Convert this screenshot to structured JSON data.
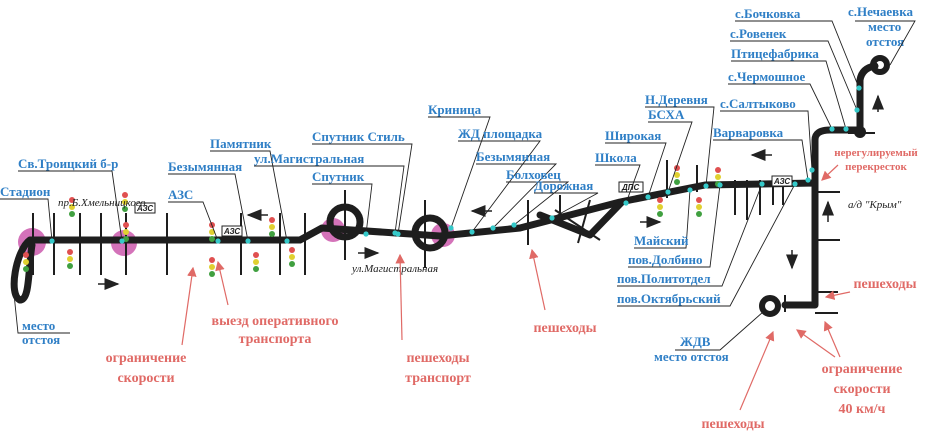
{
  "stops": [
    {
      "label": "Стадион"
    },
    {
      "label": "Св.Троицкий б-р"
    },
    {
      "label": "АЗС"
    },
    {
      "label": "Безымянная"
    },
    {
      "label": "Памятник"
    },
    {
      "label": "ул.Магистральная"
    },
    {
      "label": "Спутник Стиль"
    },
    {
      "label": "Спутник"
    },
    {
      "label": "Криница"
    },
    {
      "label": "ЖД площадка"
    },
    {
      "label": "Безымянная"
    },
    {
      "label": "Болховец"
    },
    {
      "label": "Дорожная"
    },
    {
      "label": "Школа"
    },
    {
      "label": "Широкая"
    },
    {
      "label": "БСХА"
    },
    {
      "label": "Н.Деревня"
    },
    {
      "label": "Варваровка"
    },
    {
      "label": "с.Салтыково"
    },
    {
      "label": "с.Чермошное"
    },
    {
      "label": "Птицефабрика"
    },
    {
      "label": "с.Ровенек"
    },
    {
      "label": "с.Бочковка"
    },
    {
      "label": "Майский"
    },
    {
      "label": "пов.Долбино"
    },
    {
      "label": "пов.Политотдел"
    },
    {
      "label": "пов.Октябрьский"
    }
  ],
  "terminals": {
    "nechaevka": [
      "с.Нечаевка",
      "место",
      "отстоя"
    ],
    "left": [
      "место",
      "отстоя"
    ],
    "zhdv": [
      "ЖДВ",
      "место отстоя"
    ]
  },
  "streets": {
    "khmelnitsky": "пр.Б.Хмельницкого",
    "magistralnaya": "ул.Магистральная",
    "krym": "а/д \"Крым\""
  },
  "badges": {
    "azs": "АЗС",
    "dps": "ДПС"
  },
  "hazards": {
    "speed_limit": [
      "ограничение",
      "скорости"
    ],
    "emergency_exit": [
      "выезд оперативного",
      "транспорта"
    ],
    "pedestrians_transport": [
      "пешеходы",
      "транспорт"
    ],
    "pedestrians": "пешеходы",
    "unregulated": [
      "нерегулируемый",
      "перекресток"
    ],
    "speed_limit_40": [
      "ограничение",
      "скорости",
      "40 км/ч"
    ]
  },
  "colors": {
    "stop": "#2f7fc6",
    "hazard": "#e06a66",
    "stop_dot": "#35c9c9",
    "interchange": "#cc5aad"
  }
}
